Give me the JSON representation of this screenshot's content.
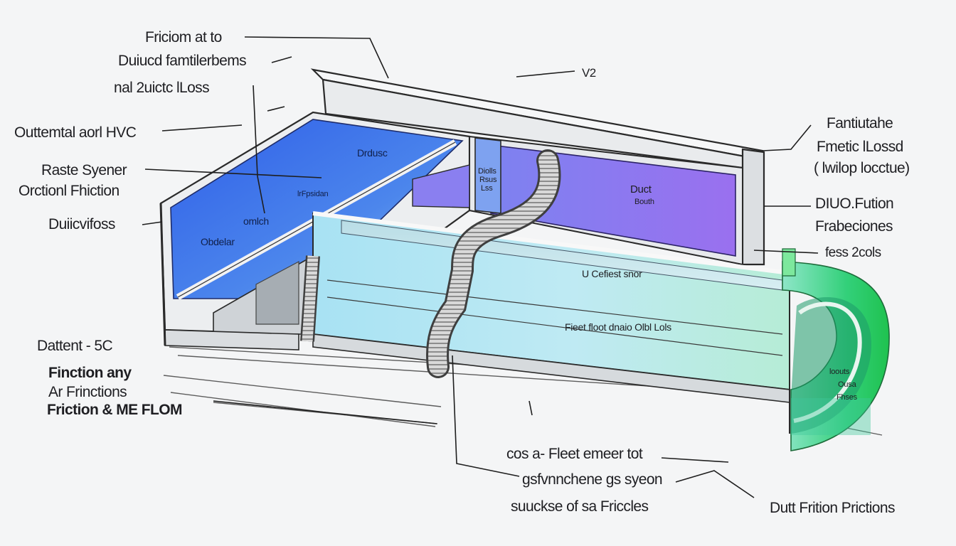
{
  "labels": {
    "top_a": "Friciom at to",
    "top_b": "Duiucd famtilerbems",
    "top_c": "nal 2uictc lLoss",
    "v2": "V2",
    "left_1": "Outtemtal aorl HVC",
    "left_2": "Raste Syener",
    "left_3": "Orctionl Fhiction",
    "left_4": "Duiicvifoss",
    "left_5": "Dattent - 5C",
    "left_6": "Finction any",
    "left_7": "Ar Frinctions",
    "left_8": "Friction & ME FLOM",
    "right_1": "Fantiutahe",
    "right_2": "Fmetic lLossd",
    "right_3": "( lwilop locctue)",
    "right_4": "DIUO.Fution",
    "right_5": "Frabeciones",
    "right_6": "fess 2cols",
    "bottom_1": "cos a- Fleet emeer tot",
    "bottom_2": "gsfvnnchene gs syeon",
    "bottom_3": "suuckse of sa Friccles",
    "bottom_4": "Dutt Frition Prictions",
    "duct_1": "Drdusc",
    "duct_2": "omlch",
    "duct_3": "Obdelar",
    "duct_4": "lrFpsidan",
    "duct_5": "Duct",
    "duct_6": "Bouth",
    "duct_7": "U Cefiest snor",
    "duct_8": "Fieet floot dnaio Olbl Lols",
    "duct_9": "Diolls",
    "duct_10": "Rsus",
    "duct_11": "Lss",
    "duct_12": "loouts",
    "duct_13": "Ousa",
    "duct_14": "Fhses"
  }
}
